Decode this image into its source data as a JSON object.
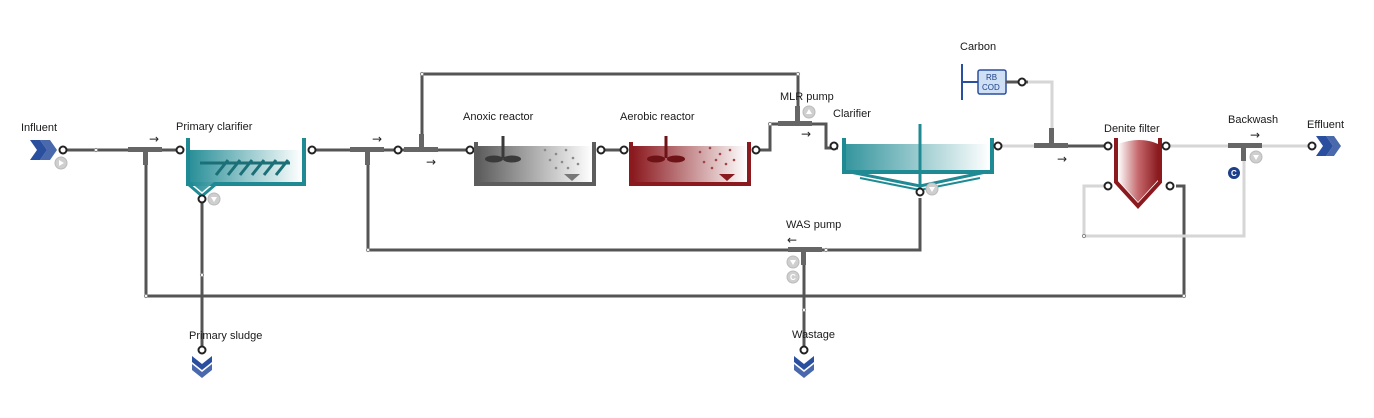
{
  "labels": {
    "influent": "Influent",
    "primary_clarifier": "Primary clarifier",
    "anoxic_reactor": "Anoxic reactor",
    "aerobic_reactor": "Aerobic reactor",
    "mlr_pump": "MLR pump",
    "clarifier": "Clarifier",
    "carbon": "Carbon",
    "denite_filter": "Denite filter",
    "backwash": "Backwash",
    "effluent": "Effluent",
    "was_pump": "WAS pump",
    "primary_sludge": "Primary sludge",
    "wastage": "Wastage"
  },
  "carbon_tank_text": {
    "line1": "RB",
    "line2": "COD"
  },
  "flow_arrows": {
    "splitter_in": "→",
    "mixer": "→",
    "mixer_out": "→",
    "mlr": "→",
    "carbon_mix": "→",
    "backwash": "→",
    "was": "←"
  },
  "badges": {
    "controller": "C",
    "controller_alt": "C"
  },
  "colors": {
    "pipe": "#555555",
    "pipe_light": "#d4d4d4",
    "clarifier_teal": "#1f8a93",
    "aerobic_red": "#8b1a1f",
    "anoxic_gray": "#5d5d5d",
    "influent_blue": "#2a4f9e"
  }
}
